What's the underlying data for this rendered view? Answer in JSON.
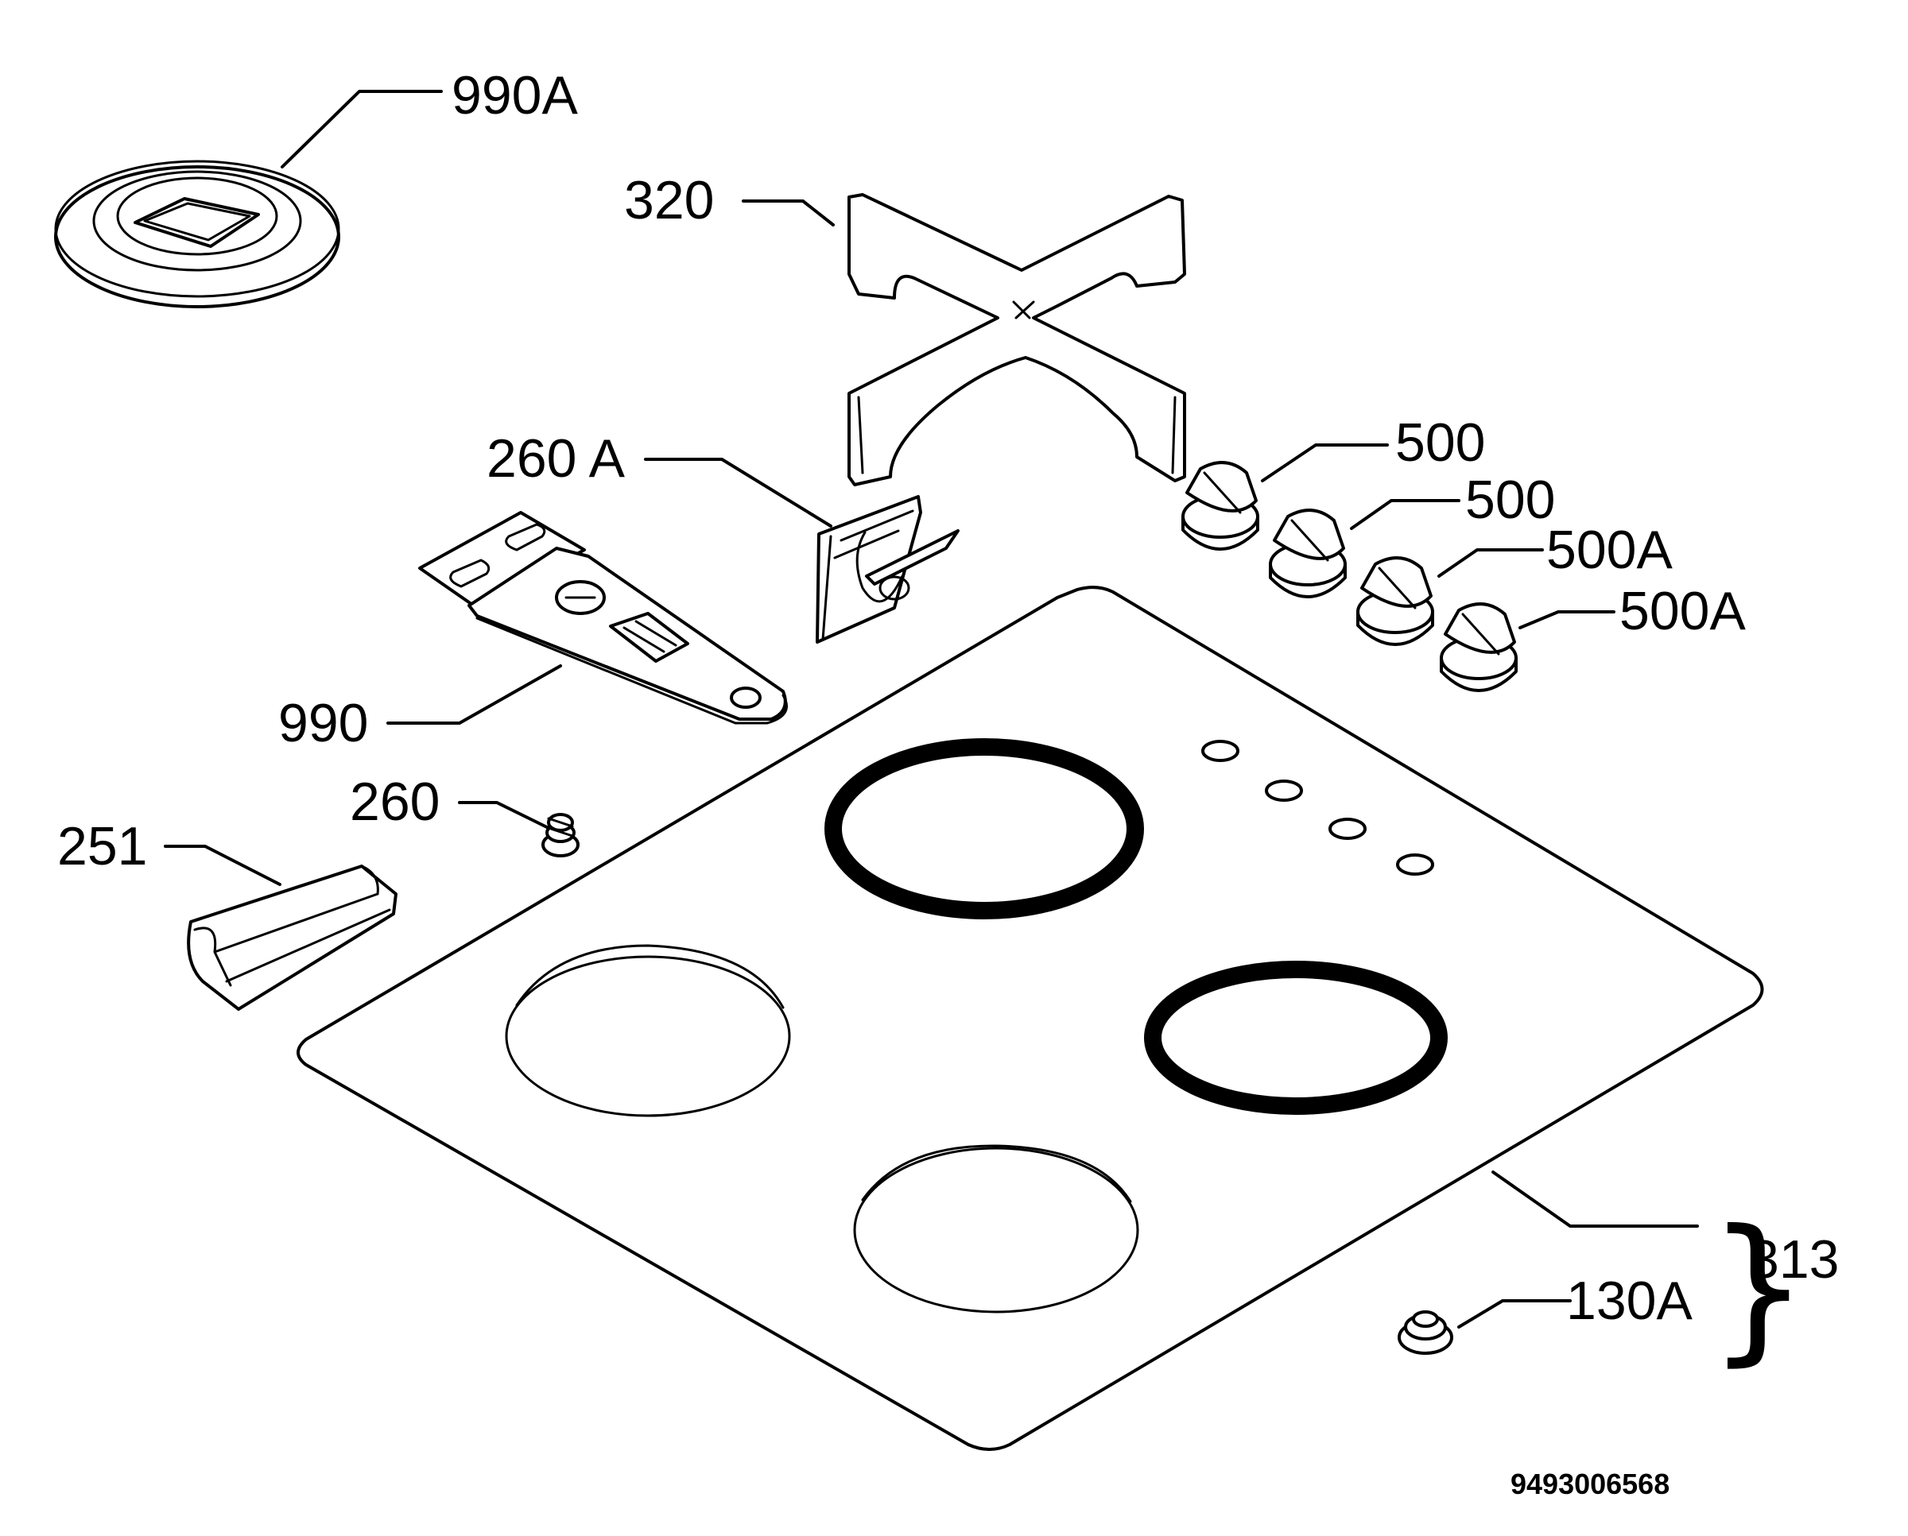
{
  "diagram": {
    "drawing_number": "9493006568",
    "parts": [
      {
        "id": "p990A",
        "label": "990A"
      },
      {
        "id": "p320",
        "label": "320"
      },
      {
        "id": "p260A",
        "label": "260 A"
      },
      {
        "id": "p500_1",
        "label": "500"
      },
      {
        "id": "p500_2",
        "label": "500"
      },
      {
        "id": "p500A_1",
        "label": "500A"
      },
      {
        "id": "p500A_2",
        "label": "500A"
      },
      {
        "id": "p990",
        "label": "990"
      },
      {
        "id": "p260",
        "label": "260"
      },
      {
        "id": "p251",
        "label": "251"
      },
      {
        "id": "p313",
        "label": "313"
      },
      {
        "id": "p130A",
        "label": "130A"
      }
    ]
  }
}
